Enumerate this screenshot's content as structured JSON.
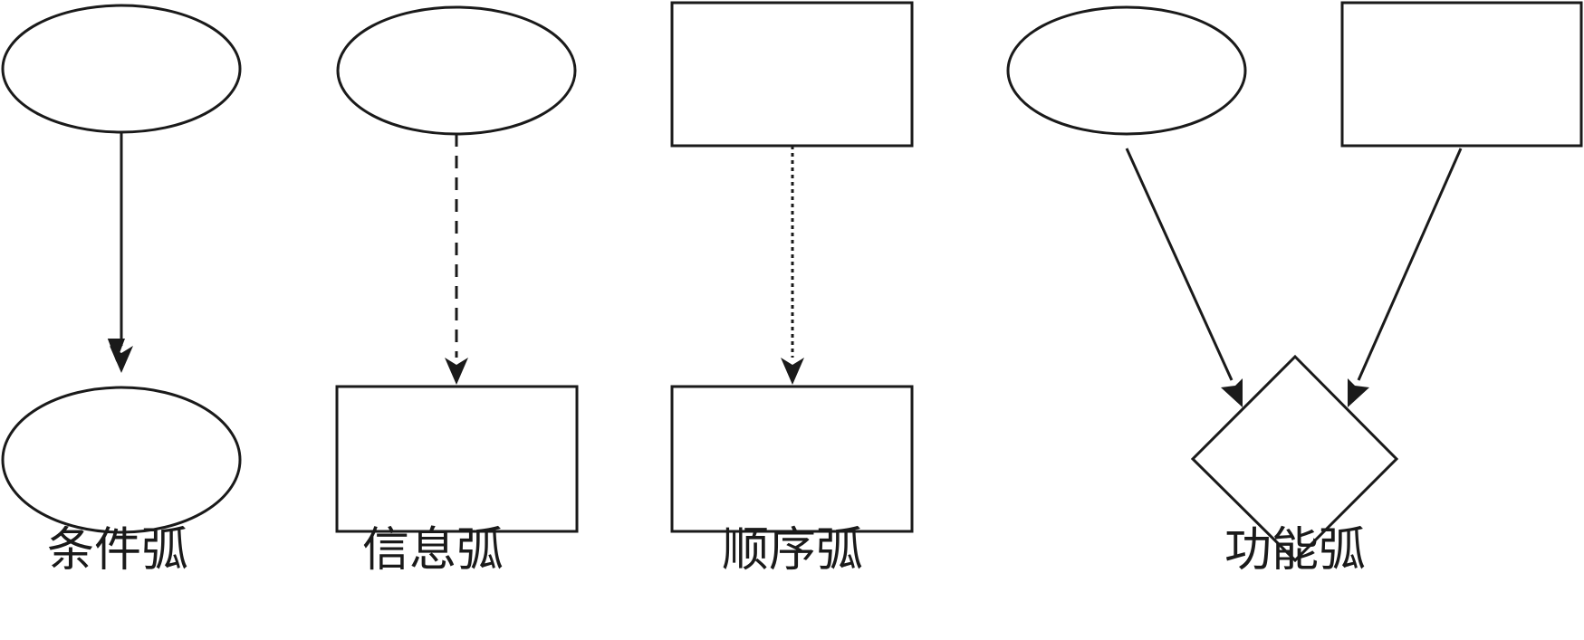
{
  "labels": {
    "condition_arc": "条件弧",
    "information_arc": "信息弧",
    "sequence_arc": "顺序弧",
    "function_arc": "功能弧"
  },
  "line_color": "#1a1a1a"
}
